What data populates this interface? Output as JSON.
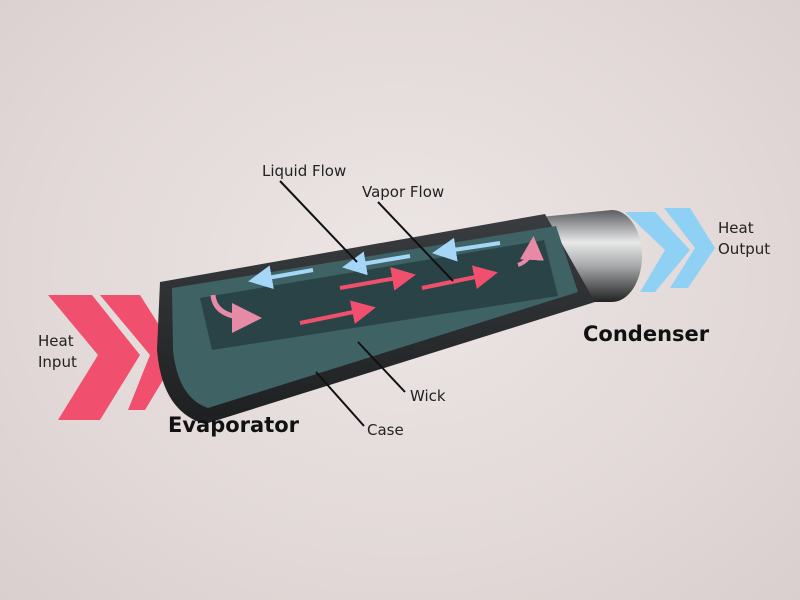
{
  "labels": {
    "liquid_flow": "Liquid Flow",
    "vapor_flow": "Vapor Flow",
    "heat_output": [
      "Heat",
      "Output"
    ],
    "heat_input": [
      "Heat",
      "Input"
    ],
    "condenser": "Condenser",
    "evaporator": "Evaporator",
    "wick": "Wick",
    "case": "Case"
  },
  "colors": {
    "heat_in": "#f0506e",
    "heat_out": "#8fd0f5",
    "vapor_arrow": "#f0506e",
    "liquid_arrow": "#9fd2f5",
    "wick": "#3f6265",
    "case": "#2b2e30"
  }
}
